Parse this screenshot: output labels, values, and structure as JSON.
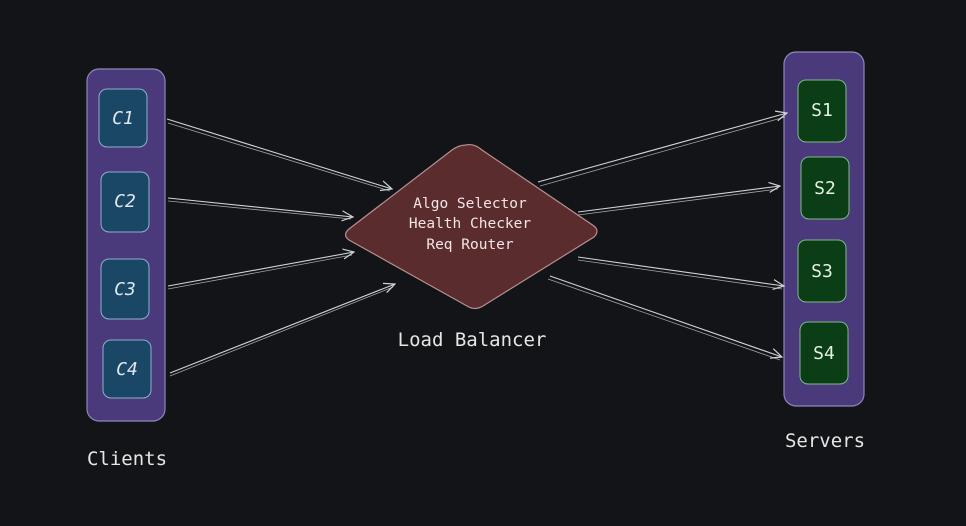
{
  "clients": {
    "caption": "Clients",
    "items": [
      {
        "label": "C1"
      },
      {
        "label": "C2"
      },
      {
        "label": "C3"
      },
      {
        "label": "C4"
      }
    ]
  },
  "servers": {
    "caption": "Servers",
    "items": [
      {
        "label": "S1"
      },
      {
        "label": "S2"
      },
      {
        "label": "S3"
      },
      {
        "label": "S4"
      }
    ]
  },
  "load_balancer": {
    "caption": "Load Balancer",
    "lines": [
      "Algo Selector",
      "Health Checker",
      "Req Router"
    ]
  },
  "colors": {
    "background": "#121417",
    "group_fill": "#4a3a7c",
    "client_fill": "#1b4766",
    "server_fill": "#0b3d16",
    "lb_fill": "#5b2c2e",
    "arrow": "#cfd3d6"
  }
}
